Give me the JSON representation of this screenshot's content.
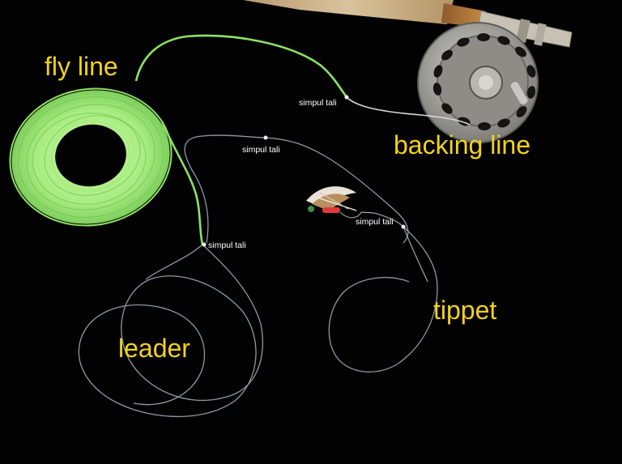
{
  "labels": {
    "fly_line": "fly line",
    "backing_line": "backing line",
    "leader": "leader",
    "tippet": "tippet",
    "knots": [
      "simpul tali",
      "simpul tali",
      "simpul tali",
      "simpul tali"
    ]
  },
  "colors": {
    "background": "#020203",
    "label_text": "#f2d21b",
    "knot_text": "#ffffff",
    "fly_line": "#9be86a",
    "reel": "#a9a7a2",
    "cork": "#cdb48c"
  }
}
